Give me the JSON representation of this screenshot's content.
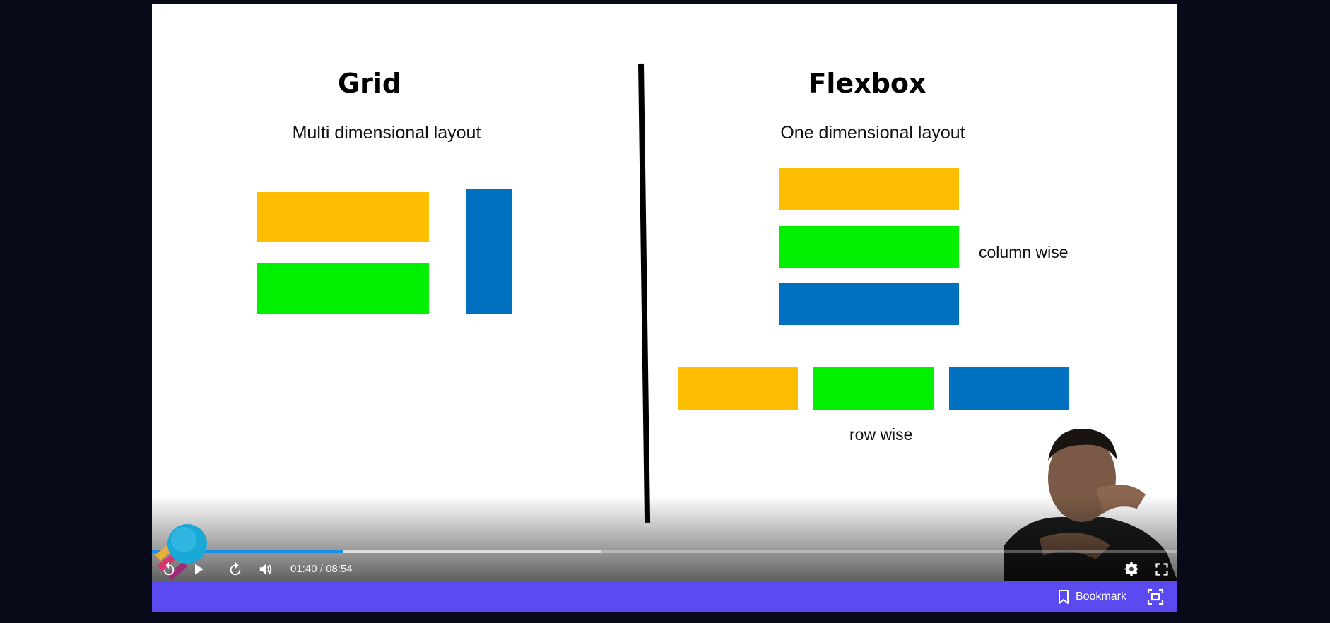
{
  "slide": {
    "grid_title": "Grid",
    "grid_subtitle": "Multi dimensional layout",
    "flex_title": "Flexbox",
    "flex_subtitle": "One dimensional layout",
    "column_label": "column wise",
    "row_label": "row wise"
  },
  "colors": {
    "yellow": "#ffbd00",
    "green": "#00f000",
    "blue": "#0070c0",
    "progress": "#1a8fe3",
    "bottom_bar": "#5b4af0"
  },
  "player": {
    "current_time": "01:40",
    "time_separator": " / ",
    "duration": "08:54",
    "progress_fraction": 0.187,
    "icons": [
      "rewind-icon",
      "play-icon",
      "forward-icon",
      "volume-icon",
      "settings-icon",
      "fullscreen-icon"
    ]
  },
  "bottom_bar": {
    "bookmark_label": "Bookmark",
    "icons": [
      "bookmark-icon",
      "focus-mode-icon"
    ]
  }
}
